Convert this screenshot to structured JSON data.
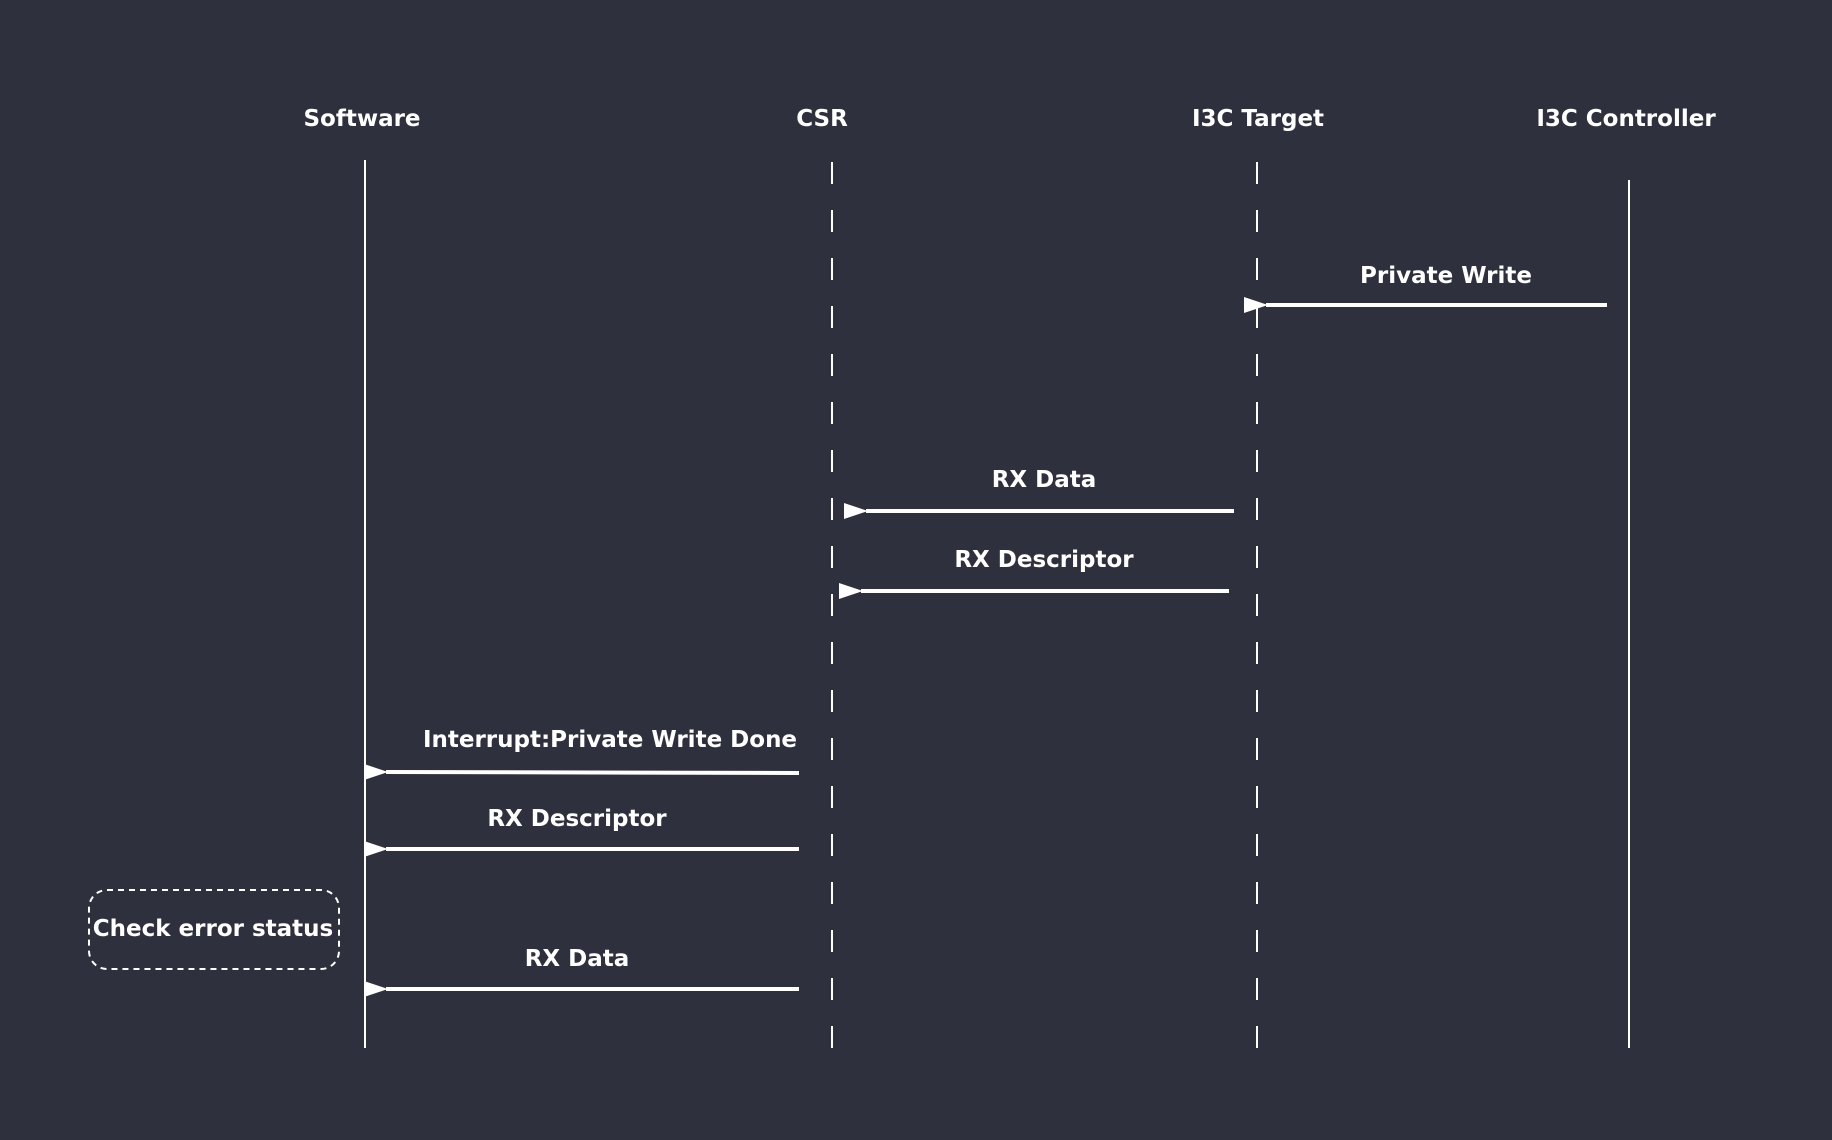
{
  "colors": {
    "background": "#2e303d",
    "foreground": "#ffffff"
  },
  "lifelines": [
    {
      "id": "software",
      "label": "Software",
      "style": "solid"
    },
    {
      "id": "csr",
      "label": "CSR",
      "style": "dashed"
    },
    {
      "id": "target",
      "label": "I3C Target",
      "style": "dashed"
    },
    {
      "id": "controller",
      "label": "I3C Controller",
      "style": "solid"
    }
  ],
  "messages": [
    {
      "label": "Private Write",
      "from": "controller",
      "to": "target"
    },
    {
      "label": "RX Data",
      "from": "target",
      "to": "csr"
    },
    {
      "label": "RX Descriptor",
      "from": "target",
      "to": "csr"
    },
    {
      "label": "Interrupt:Private Write Done",
      "from": "csr",
      "to": "software"
    },
    {
      "label": "RX Descriptor",
      "from": "csr",
      "to": "software"
    },
    {
      "label": "RX Data",
      "from": "csr",
      "to": "software"
    }
  ],
  "notes": [
    {
      "label": "Check error status",
      "lifeline": "software",
      "style": "dashed-rounded"
    }
  ]
}
